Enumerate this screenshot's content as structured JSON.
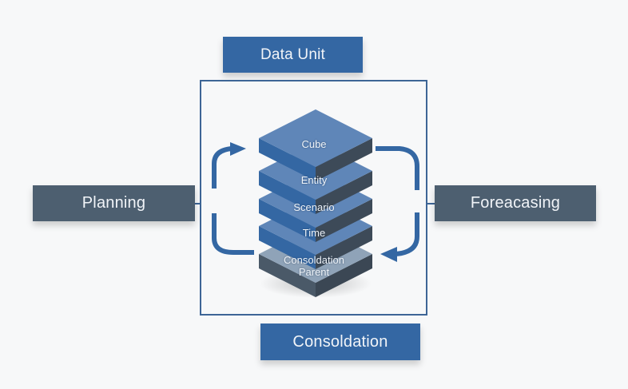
{
  "diagram": {
    "top_box": {
      "label": "Data Unit"
    },
    "left_box": {
      "label": "Planning"
    },
    "right_box": {
      "label": "Foreacasing"
    },
    "bottom_box": {
      "label": "Consoldation"
    },
    "stack_layers": [
      {
        "label": "Cube"
      },
      {
        "label": "Entity"
      },
      {
        "label": "Scenario"
      },
      {
        "label": "Time"
      },
      {
        "label": "Consoldation Parent"
      }
    ],
    "colors": {
      "primary_blue": "#3467a3",
      "slate": "#4d5f70",
      "frame": "#3d6596",
      "arrow": "#3467a3",
      "background": "#f7f8f9"
    }
  }
}
